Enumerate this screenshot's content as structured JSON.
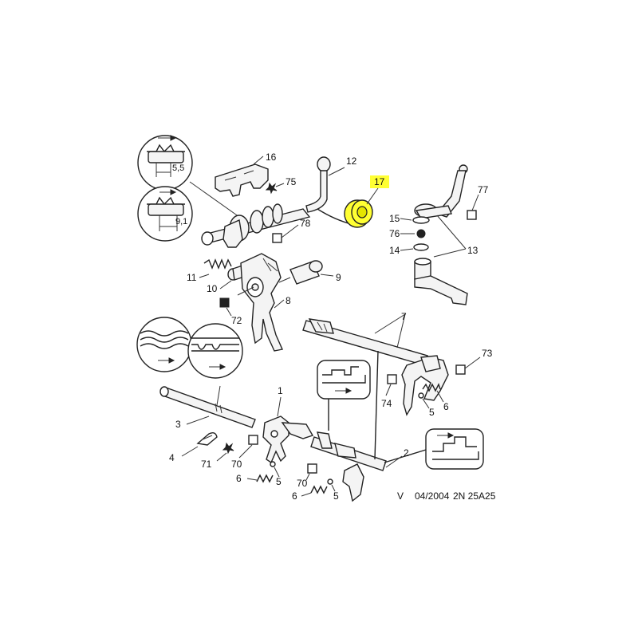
{
  "callouts": {
    "c1": "1",
    "c2": "2",
    "c3": "3",
    "c4": "4",
    "c5a": "5",
    "c5b": "5",
    "c5c": "5",
    "c6a": "6",
    "c6b": "6",
    "c6c": "6",
    "c7": "7",
    "c8": "8",
    "c9": "9",
    "c10": "10",
    "c11": "11",
    "c12": "12",
    "c13": "13",
    "c14": "14",
    "c15": "15",
    "c16": "16",
    "c17": "17",
    "c70a": "70",
    "c70b": "70",
    "c71": "71",
    "c72": "72",
    "c73": "73",
    "c74": "74",
    "c75": "75",
    "c76": "76",
    "c77": "77",
    "c78": "78"
  },
  "details": {
    "top_value": "5,5",
    "second_value": "9,1"
  },
  "footer": {
    "left": "V",
    "date": "04/2004",
    "code": "2N 25A25"
  },
  "colors": {
    "highlight": "#ffff33",
    "line": "#222222"
  }
}
